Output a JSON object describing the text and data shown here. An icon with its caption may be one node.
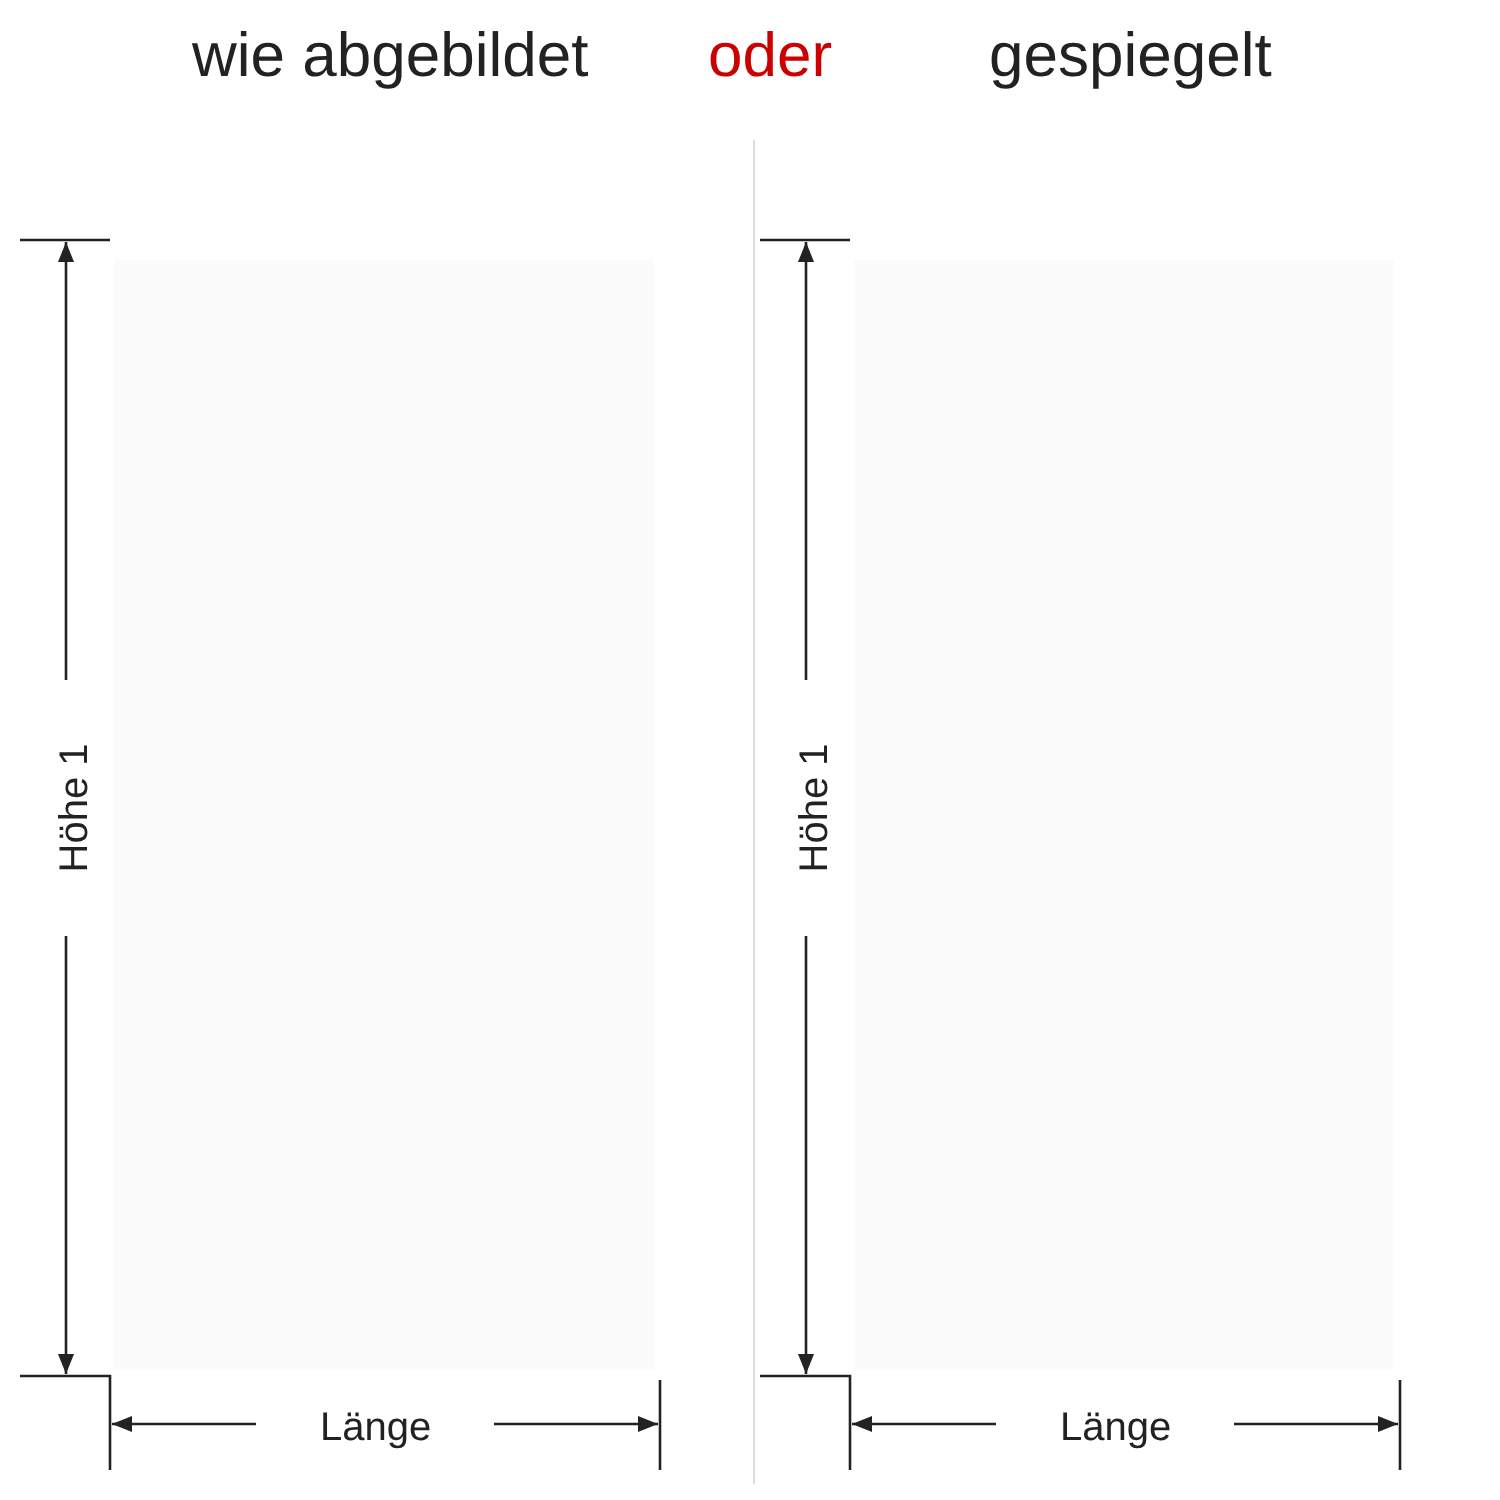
{
  "diagram": {
    "labels": [
      "wie abgebildet",
      "oder",
      "gespiegelt",
      "Höhe 1",
      "Länge",
      "Höhe 1",
      "Länge"
    ]
  }
}
